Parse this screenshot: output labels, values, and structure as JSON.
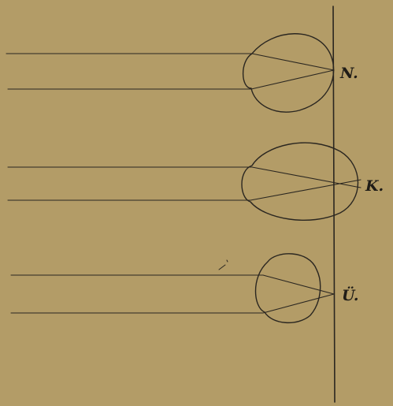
{
  "diagram": {
    "background_color": "#b39c67",
    "ink_color": "#2a2620",
    "eyes": [
      {
        "label": "N."
      },
      {
        "label": "K."
      },
      {
        "label": "Ü."
      }
    ]
  }
}
